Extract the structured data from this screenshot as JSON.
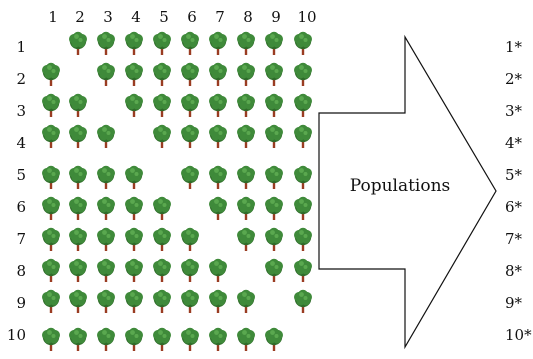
{
  "column_labels": [
    "1",
    "2",
    "3",
    "4",
    "5",
    "6",
    "7",
    "8",
    "9",
    "10"
  ],
  "row_labels": [
    "1",
    "2",
    "3",
    "4",
    "5",
    "6",
    "7",
    "8",
    "9",
    "10"
  ],
  "arrow_label": "Populations",
  "output_labels": [
    "1*",
    "2*",
    "3*",
    "4*",
    "5*",
    "6*",
    "7*",
    "8*",
    "9*",
    "10*"
  ],
  "tree_grid": [
    [
      0,
      1,
      1,
      1,
      1,
      1,
      1,
      1,
      1,
      1
    ],
    [
      1,
      0,
      1,
      1,
      1,
      1,
      1,
      1,
      1,
      1
    ],
    [
      1,
      1,
      0,
      1,
      1,
      1,
      1,
      1,
      1,
      1
    ],
    [
      1,
      1,
      1,
      0,
      1,
      1,
      1,
      1,
      1,
      1
    ],
    [
      1,
      1,
      1,
      1,
      0,
      1,
      1,
      1,
      1,
      1
    ],
    [
      1,
      1,
      1,
      1,
      1,
      0,
      1,
      1,
      1,
      1
    ],
    [
      1,
      1,
      1,
      1,
      1,
      1,
      0,
      1,
      1,
      1
    ],
    [
      1,
      1,
      1,
      1,
      1,
      1,
      1,
      0,
      1,
      1
    ],
    [
      1,
      1,
      1,
      1,
      1,
      1,
      1,
      1,
      0,
      1
    ],
    [
      1,
      1,
      1,
      1,
      1,
      1,
      1,
      1,
      1,
      0
    ]
  ],
  "colors": {
    "canopy": "#3f8a3a",
    "canopy_dark": "#2f6b2a",
    "canopy_light": "#5aa84f",
    "trunk": "#9a3c22",
    "line": "#111111"
  }
}
